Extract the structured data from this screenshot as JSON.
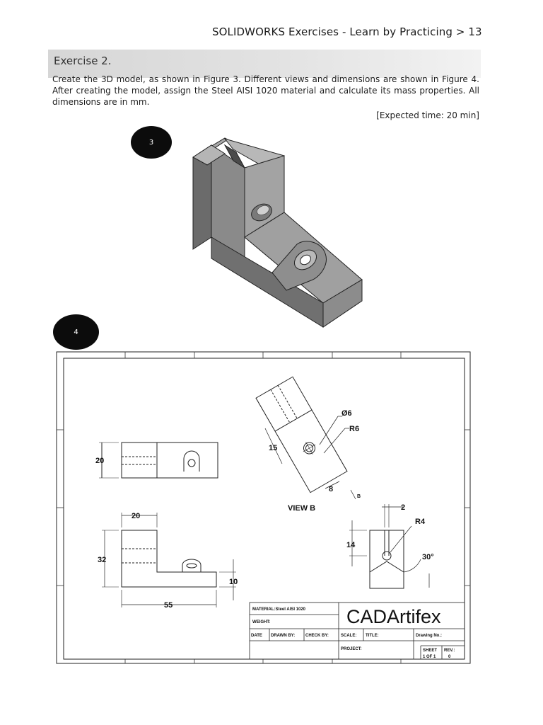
{
  "header": {
    "running_title": "SOLIDWORKS Exercises - Learn by Practicing > 13"
  },
  "exercise": {
    "title": "Exercise 2.",
    "description": "Create the 3D model, as shown in Figure 3. Different views and dimensions are shown in Figure 4. After creating the model, assign the Steel AISI 1020 material and calculate its mass properties. All dimensions are in mm.",
    "expected_time": "[Expected time: 20 min]"
  },
  "figures": {
    "fig3_number": "3",
    "fig4_number": "4"
  },
  "drawing": {
    "dims": {
      "top_height": "20",
      "front_width": "20",
      "front_height": "32",
      "front_length": "55",
      "front_thickness": "10",
      "view_b_hole": "Ø6",
      "view_b_radius": "R6",
      "view_b_15": "15",
      "view_b_8": "8",
      "view_b_label": "VIEW B",
      "arrow_b": "B",
      "side_slot": "2",
      "side_radius": "R4",
      "side_height": "14",
      "side_angle": "30°"
    },
    "title_block": {
      "material": "MATERIAL:Steel AISI 1020",
      "weight": "WEIGHT:",
      "date": "DATE",
      "drawn_by": "DRAWN BY:",
      "check_by": "CHECK BY:",
      "scale": "SCALE:",
      "title": "TITLE:",
      "drawing_no": "Drawing No.:",
      "project": "PROJECT:",
      "sheet": "SHEET",
      "sheet_value": "1 OF 1",
      "rev": "REV.:",
      "rev_value": "0",
      "company": "CADArtifex"
    }
  }
}
